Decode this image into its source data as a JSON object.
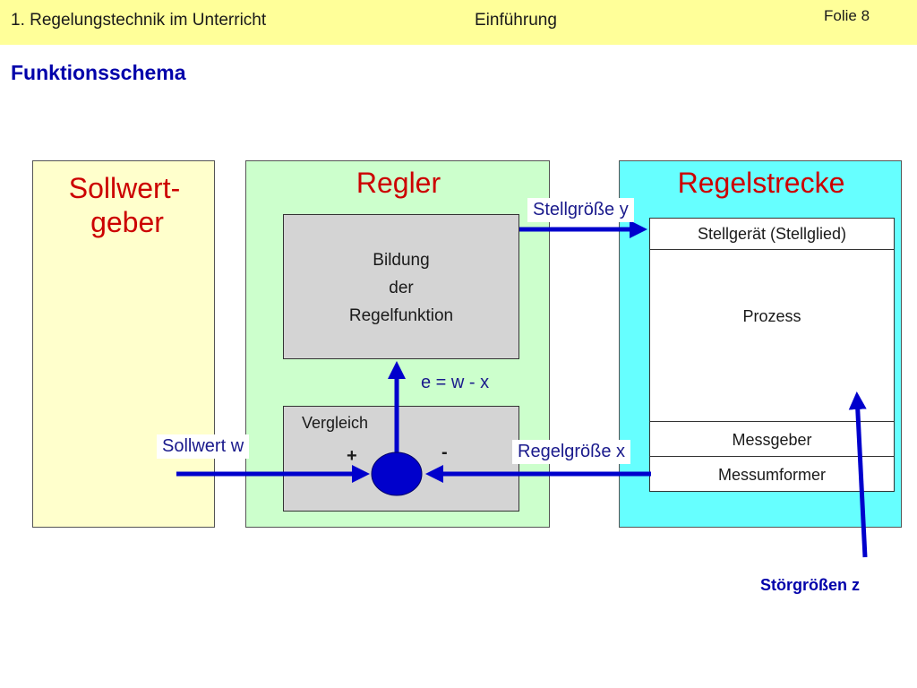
{
  "header": {
    "chapter": "1. Regelungstechnik im Unterricht",
    "section": "Einführung",
    "slide_number": "Folie 8"
  },
  "title": "Funktionsschema",
  "colors": {
    "header_bg": "#ffff99",
    "sollwertgeber_bg": "#ffffcc",
    "regler_bg": "#ccffcc",
    "regelstrecke_bg": "#66ffff",
    "inner_grey": "#d4d4d4",
    "arrow": "#0000cc",
    "block_title": "#cc0000",
    "title": "#0000aa"
  },
  "diagram": {
    "sollwertgeber": {
      "line1": "Sollwert-",
      "line2": "geber"
    },
    "regler": {
      "title": "Regler",
      "bildung": {
        "line1": "Bildung",
        "line2": "der",
        "line3": "Regelfunktion"
      },
      "vergleich": "Vergleich",
      "plus": "+",
      "minus": "-",
      "error_equation": "e = w - x"
    },
    "regelstrecke": {
      "title": "Regelstrecke",
      "stellgeraet": "Stellgerät (Stellglied)",
      "prozess": "Prozess",
      "messgeber": "Messgeber",
      "messumformer": "Messumformer"
    },
    "signals": {
      "stellgroesse": "Stellgröße y",
      "sollwert": "Sollwert w",
      "regelgroesse": "Regelgröße x",
      "stoergroessen": "Störgrößen z"
    }
  }
}
